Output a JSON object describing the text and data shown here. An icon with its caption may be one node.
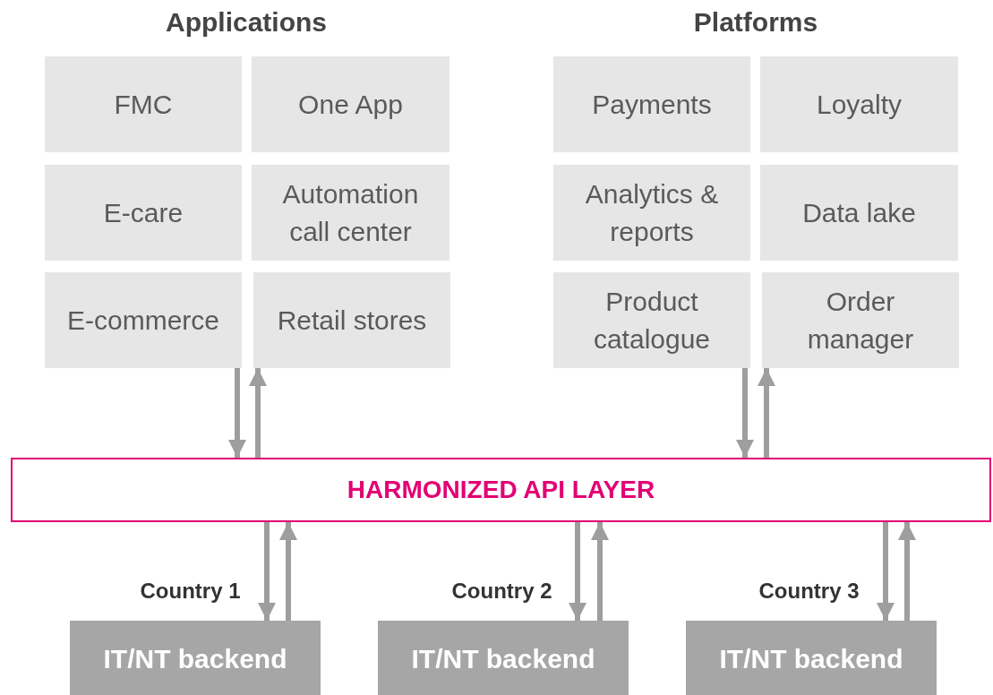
{
  "diagram": {
    "nodes": [
      {
        "text": [
          "FMC"
        ]
      },
      {
        "text": [
          "One App"
        ]
      },
      {
        "text": [
          "E-care"
        ]
      },
      {
        "text": [
          "Automation call center"
        ]
      },
      {
        "text": [
          "E-commerce"
        ]
      },
      {
        "text": [
          "Retail stores"
        ]
      },
      {
        "text": [
          "Payments"
        ]
      },
      {
        "text": [
          "Loyalty"
        ]
      },
      {
        "text": [
          "Analytics & reports"
        ]
      },
      {
        "text": [
          "Data lake"
        ]
      },
      {
        "text": [
          "Product catalogue"
        ]
      },
      {
        "text": [
          "Order manager"
        ]
      },
      {
        "text": [
          "HARMONIZED API LAYER"
        ]
      },
      {
        "text": [
          "IT/NT backend"
        ],
        "beside": [
          "Country 1"
        ]
      },
      {
        "text": [
          "IT/NT backend"
        ],
        "beside": [
          "Country 2"
        ]
      },
      {
        "text": [
          "IT/NT backend"
        ],
        "beside": [
          "Country 3"
        ]
      }
    ],
    "edges": [
      {
        "from": 4,
        "to": 12,
        "arrow": "to"
      },
      {
        "from": 12,
        "to": 5,
        "arrow": "to"
      },
      {
        "from": 10,
        "to": 12,
        "arrow": "to"
      },
      {
        "from": 12,
        "to": 11,
        "arrow": "to"
      },
      {
        "from": 12,
        "to": 13,
        "arrow": "to"
      },
      {
        "from": 13,
        "to": 12,
        "arrow": "to"
      },
      {
        "from": 12,
        "to": 14,
        "arrow": "to"
      },
      {
        "from": 14,
        "to": 12,
        "arrow": "to"
      },
      {
        "from": 12,
        "to": 15,
        "arrow": "to"
      },
      {
        "from": 15,
        "to": 12,
        "arrow": "to"
      }
    ],
    "labels": [
      "Applications",
      "Platforms"
    ]
  }
}
